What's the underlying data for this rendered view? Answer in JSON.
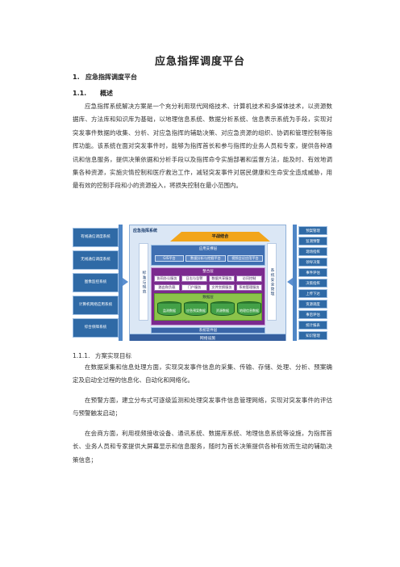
{
  "doc": {
    "title": "应急指挥调度平台",
    "h1_num": "1.",
    "h1_text": "应急指挥调度平台",
    "h2_num": "1.1.",
    "h2_text": "概述",
    "para1": "应急指挥系统解决方案是一个充分利用现代网络技术、计算机技术和多媒体技术，以资源数据库、方法库和知识库为基础，以地理信息系统、数据分析系统、信息表示系统为手段，实现对突发事件数据的收集、分析、对应急指挥的辅助决策、对应急资源的组织、协调和管理控制等指挥功能。该系统在面对突发事件时，能够为指挥首长和参与指挥的业务人员和专家，提供各种通讯和信息服务，提供决策依据和分析手段以及指挥命令实施部署和监督方法，能及时、有效地调集各种资源，实施灾情控制和医疗救治工作，减轻突发事件对居民健康和生命安全造成威胁，用最有效的控制手段和小的资源投入，将损失控制在最小范围内。",
    "h3_num": "1.1.1.",
    "h3_text": "方案实现目标",
    "para2": "在数据采集和信息处理方面，实现突发事件信息的采集、传输、存储、处理、分析、预案确定及启动全过程的信息化、自动化和网络化。",
    "para3": "在预警方面，建立分布式可逐级监测和处理突发事件信息管理网络，实现对突发事件的评估与预警触发启动；",
    "para4": "在会商方面，利用视频接收设备、通讯系统、数据库系统、地理信息系统等设施，为指挥首长、业务人员和专家提供大屏幕显示和信息服务，随时为首长决策提供各种有效而生动的辅助决策信息；"
  },
  "diagram": {
    "left_boxes": [
      "有线通信调度系统",
      "无线通信调度系统",
      "图像监控系统",
      "计算机网络应用系统",
      "综合保障系统"
    ],
    "system_title": "应急指挥系统",
    "top_label": "平战结合",
    "left_side_label": "标准与规范",
    "right_side_label": "系统安全管理",
    "app_support_label": "应用支撑层",
    "app_chips": [
      "GIS平台",
      "数据分析与挖掘平台",
      "视频会议应用平台"
    ],
    "data_layer_label": "整合层",
    "data_chips": [
      "协同办公服务",
      "日志与告警",
      "数据共享服务",
      "访问控制",
      "路由和负载",
      "门户服务",
      "文件交换服务",
      "系统管理服务"
    ],
    "db_zone_label": "数据层",
    "dbs": [
      "监测数据",
      "应急预案数据",
      "资源数据",
      "地理信息数据"
    ],
    "base1": "系统软件层",
    "base2": "网络设施",
    "right_boxes": [
      "预案管理",
      "监测预警",
      "现场指挥",
      "领导决策",
      "事件评估",
      "决策指挥",
      "上传下达",
      "资源调度",
      "事后评估",
      "统计报表",
      "知识管理"
    ]
  }
}
